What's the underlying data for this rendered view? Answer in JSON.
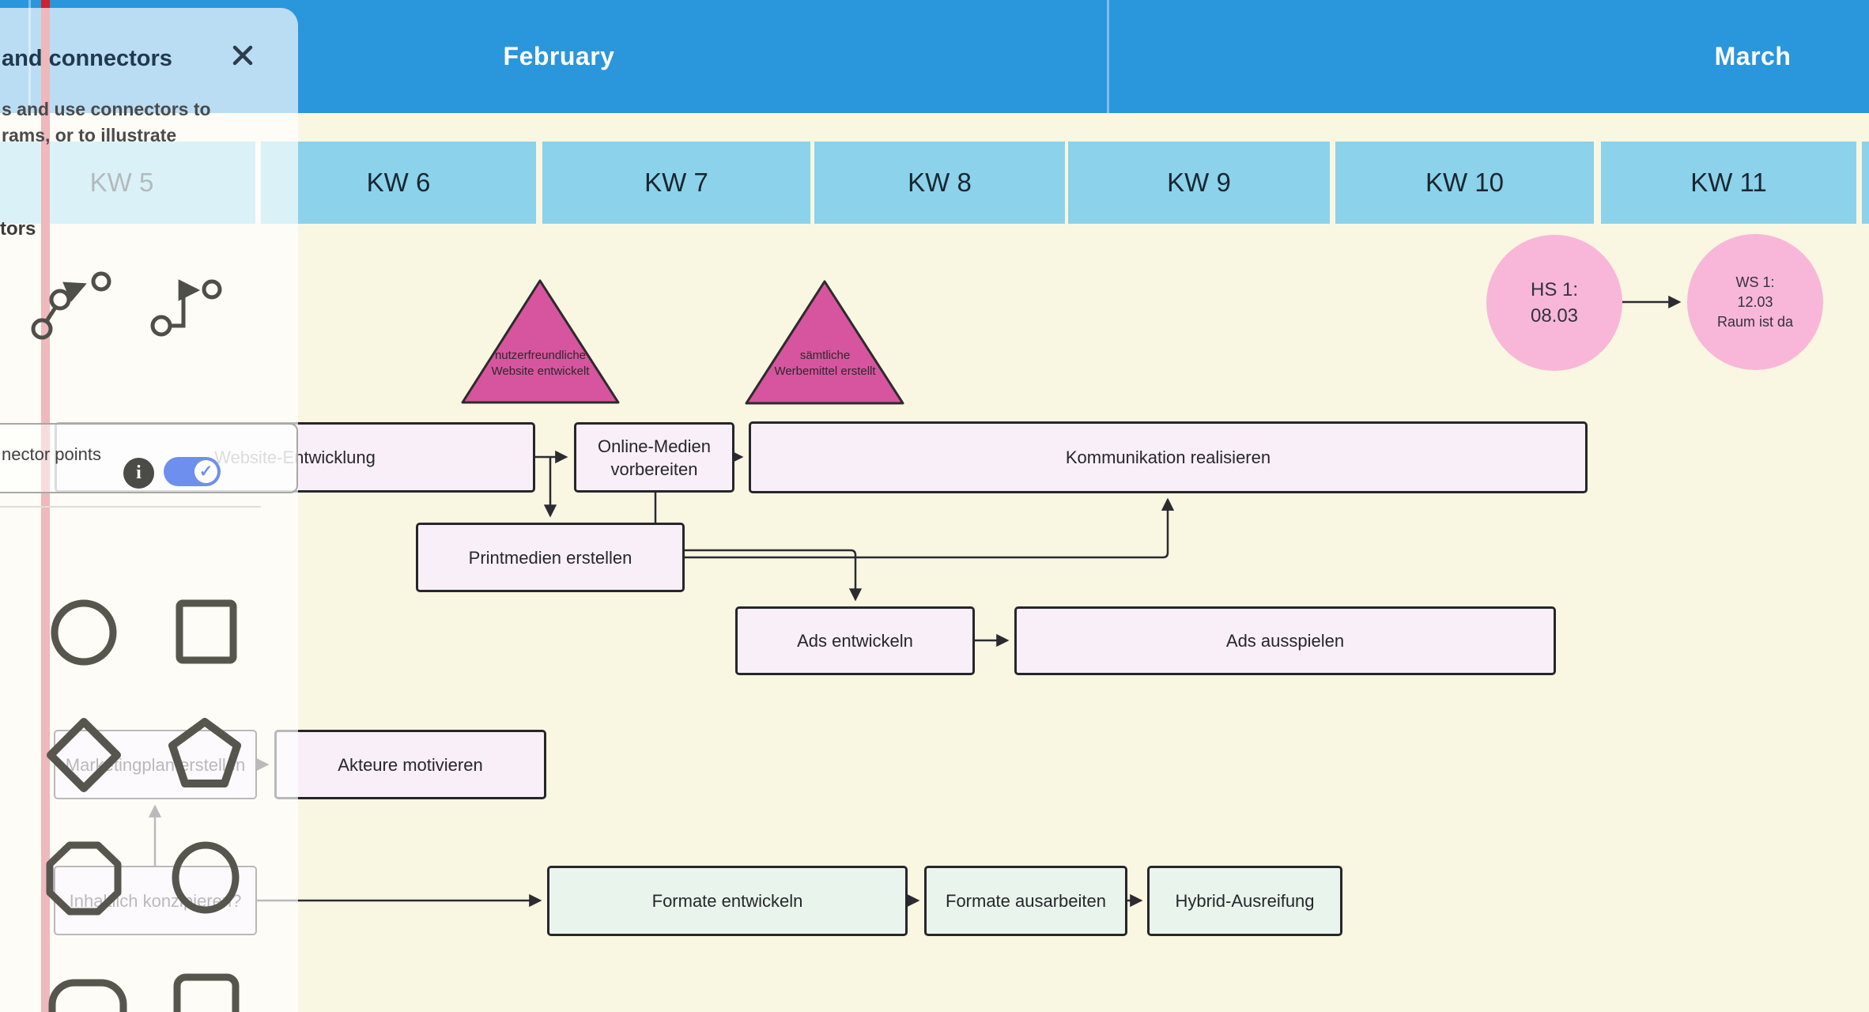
{
  "panel": {
    "title": "and connectors",
    "close_icon": "x-icon",
    "description_line1": "s and use connectors to",
    "description_line2": "rams, or to illustrate",
    "section_label": "tors",
    "icons": [
      "curved-connector-icon",
      "elbow-connector-icon"
    ],
    "shapes": [
      "circle",
      "square",
      "diamond",
      "pentagon",
      "octagon",
      "ellipse",
      "rounded-rectangle",
      "rounded-square"
    ],
    "tooltip": {
      "label": "nector points",
      "info_icon": "i",
      "toggle_on": true,
      "toggle_check": "✓"
    }
  },
  "timeline": {
    "months": [
      {
        "label": "February"
      },
      {
        "label": "March"
      }
    ],
    "weeks": [
      {
        "label": "KW 5"
      },
      {
        "label": "KW 6"
      },
      {
        "label": "KW 7"
      },
      {
        "label": "KW 8"
      },
      {
        "label": "KW 9"
      },
      {
        "label": "KW 10"
      },
      {
        "label": "KW 11"
      }
    ]
  },
  "milestones": [
    {
      "label": "nutzerfreundliche\nWebsite entwickelt"
    },
    {
      "label": "sämtliche\nWerbemittel erstellt"
    }
  ],
  "events": [
    {
      "label": "HS 1:\n08.03"
    },
    {
      "label": "WS 1:\n12.03\nRaum ist da"
    }
  ],
  "tasks": [
    {
      "label": "Website-Entwicklung"
    },
    {
      "label": "Online-Medien\nvorbereiten"
    },
    {
      "label": "Kommunikation realisieren"
    },
    {
      "label": "Printmedien erstellen"
    },
    {
      "label": "Ads entwickeln"
    },
    {
      "label": "Ads ausspielen"
    },
    {
      "label": "Akteure motivieren"
    },
    {
      "label": "Formate entwickeln"
    },
    {
      "label": "Formate ausarbeiten"
    },
    {
      "label": "Hybrid-Ausreifung"
    },
    {
      "label": "Marketingplan erstellen"
    },
    {
      "label": "Inhaltlich konzipieren?"
    }
  ],
  "colors": {
    "month_blue": "#2a96dc",
    "week_blue": "#8bd2ea",
    "canvas_cream": "#f9f6e2",
    "task_pink": "#f9eff8",
    "task_green": "#e9f5ec",
    "milestone_magenta": "#d6559e",
    "event_pink": "#f8b7d8",
    "toggle_blue": "#6e8fee",
    "red_line": "#cb2430"
  }
}
